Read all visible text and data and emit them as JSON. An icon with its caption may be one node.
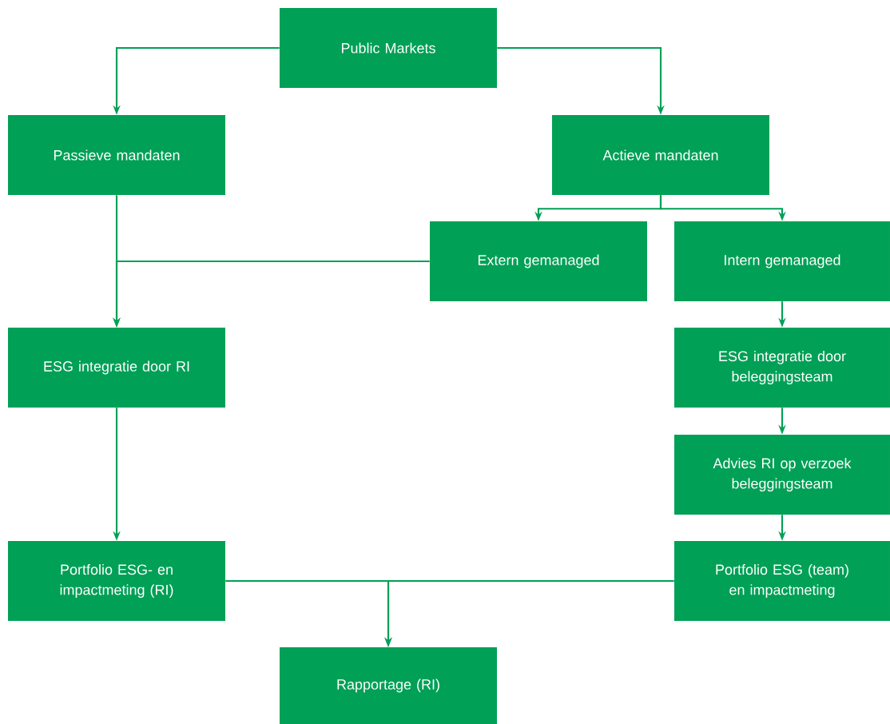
{
  "diagram": {
    "nodes": [
      {
        "text": [
          "Public Markets"
        ]
      },
      {
        "text": [
          "Passieve mandaten"
        ]
      },
      {
        "text": [
          "Actieve mandaten"
        ]
      },
      {
        "text": [
          "Extern gemanaged"
        ]
      },
      {
        "text": [
          "Intern gemanaged"
        ]
      },
      {
        "text": [
          "ESG integratie door RI"
        ]
      },
      {
        "text": [
          "ESG integratie door beleggingsteam"
        ]
      },
      {
        "text": [
          "Advies RI op verzoek beleggingsteam"
        ]
      },
      {
        "text": [
          "Portfolio ESG- en impactmeting (RI)"
        ]
      },
      {
        "text": [
          "Portfolio ESG (team) en impactmeting"
        ]
      },
      {
        "text": [
          "Rapportage (RI)"
        ]
      }
    ],
    "edges": [
      {
        "from": 0,
        "to": 1,
        "arrow": "to"
      },
      {
        "from": 0,
        "to": 2,
        "arrow": "to"
      },
      {
        "from": 2,
        "to": 3,
        "arrow": "to"
      },
      {
        "from": 2,
        "to": 4,
        "arrow": "to"
      },
      {
        "from": 1,
        "to": 5,
        "arrow": "to"
      },
      {
        "from": 3,
        "to": 5,
        "arrow": "to"
      },
      {
        "from": 4,
        "to": 6,
        "arrow": "to"
      },
      {
        "from": 6,
        "to": 7,
        "arrow": "to"
      },
      {
        "from": 7,
        "to": 9,
        "arrow": "to"
      },
      {
        "from": 5,
        "to": 8,
        "arrow": "to"
      },
      {
        "from": 8,
        "to": 10,
        "arrow": "to"
      },
      {
        "from": 9,
        "to": 10,
        "arrow": "to"
      }
    ]
  }
}
